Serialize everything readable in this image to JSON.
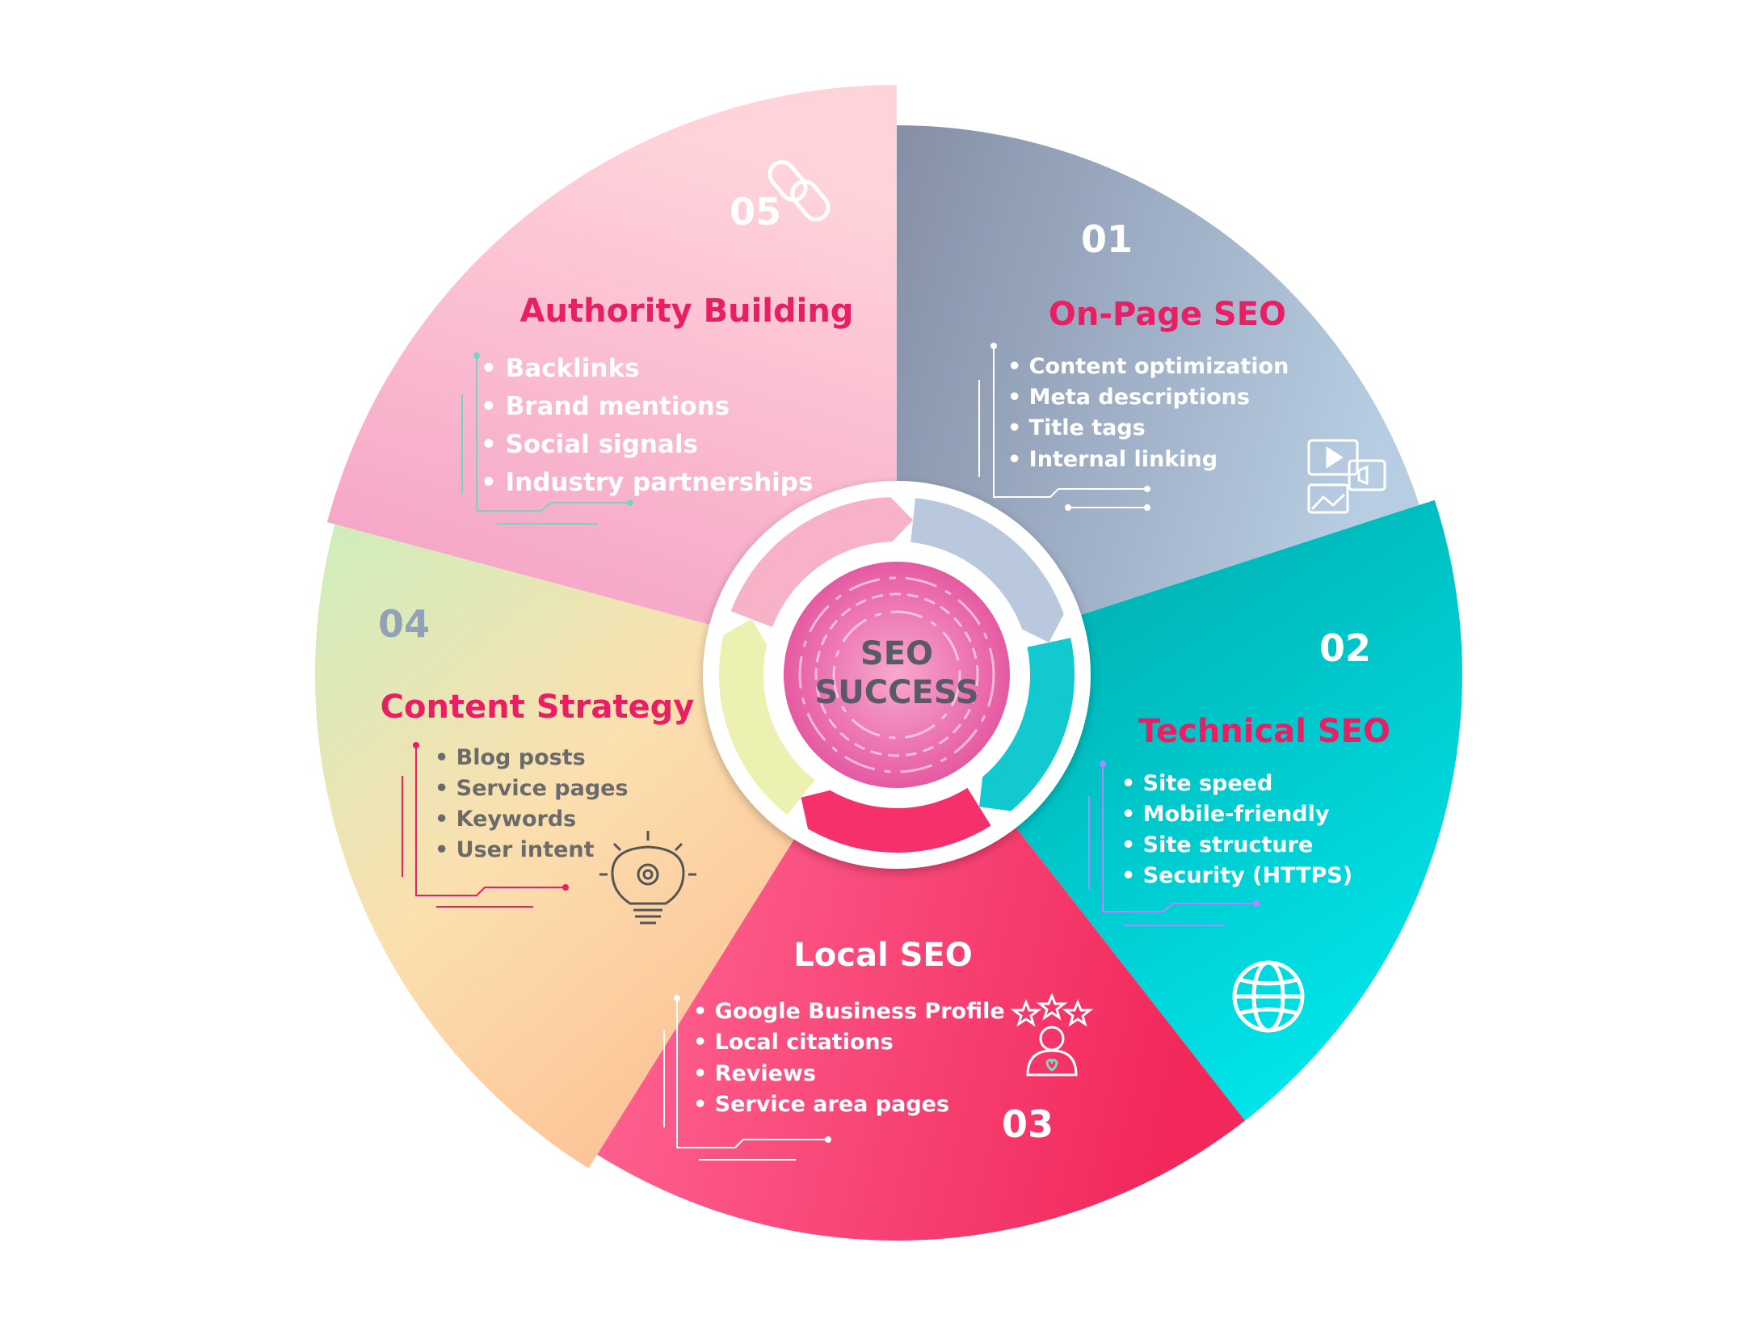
{
  "center": {
    "line1": "SEO",
    "line2": "SUCCESS"
  },
  "segments": [
    {
      "number": "01",
      "title": "On-Page SEO",
      "items": [
        "• Content optimization",
        "• Meta descriptions",
        "• Title tags",
        "• Internal linking"
      ],
      "icon": "media-icon",
      "colors": [
        "#8a96ac",
        "#b3c6dc"
      ]
    },
    {
      "number": "02",
      "title": "Technical SEO",
      "items": [
        "• Site speed",
        "• Mobile-friendly",
        "• Site structure",
        "• Security (HTTPS)"
      ],
      "icon": "globe-icon",
      "colors": [
        "#00a6a6",
        "#00e0e6"
      ]
    },
    {
      "number": "03",
      "title": "Local SEO",
      "items": [
        "• Google Business Profile",
        "• Local citations",
        "• Reviews",
        "• Service area pages"
      ],
      "icon": "rating-person-icon",
      "colors": [
        "#ff6b9a",
        "#f52a5e"
      ]
    },
    {
      "number": "04",
      "title": "Content Strategy",
      "items": [
        "• Blog posts",
        "• Service pages",
        "• Keywords",
        "• User intent"
      ],
      "icon": "lightbulb-gear-icon",
      "colors": [
        "#d7f0c2",
        "#fdd0b0"
      ]
    },
    {
      "number": "05",
      "title": "Authority Building",
      "items": [
        "• Backlinks",
        "• Brand mentions",
        "• Social signals",
        "• Industry partnerships"
      ],
      "icon": "chain-link-icon",
      "colors": [
        "#ffcfd8",
        "#f49ac0"
      ]
    }
  ]
}
